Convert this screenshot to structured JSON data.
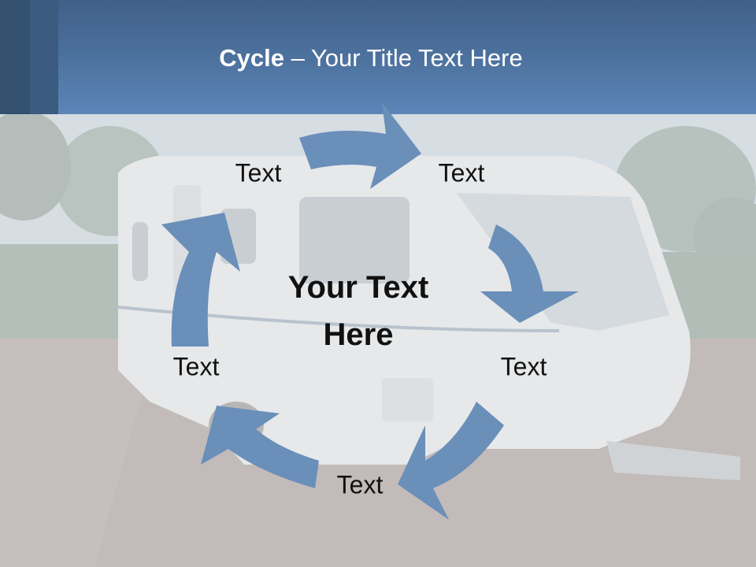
{
  "slide": {
    "title_bold": "Cycle",
    "title_rest": " – Your Title Text Here",
    "center_line1": "Your Text",
    "center_line2": "Here",
    "labels": [
      "Text",
      "Text",
      "Text",
      "Text",
      "Text"
    ]
  },
  "colors": {
    "header": "#4e73a0",
    "arrow": "#6a8fb9",
    "background_overlay": "#d4d9df"
  },
  "background": {
    "icon": "caravan-photo"
  }
}
